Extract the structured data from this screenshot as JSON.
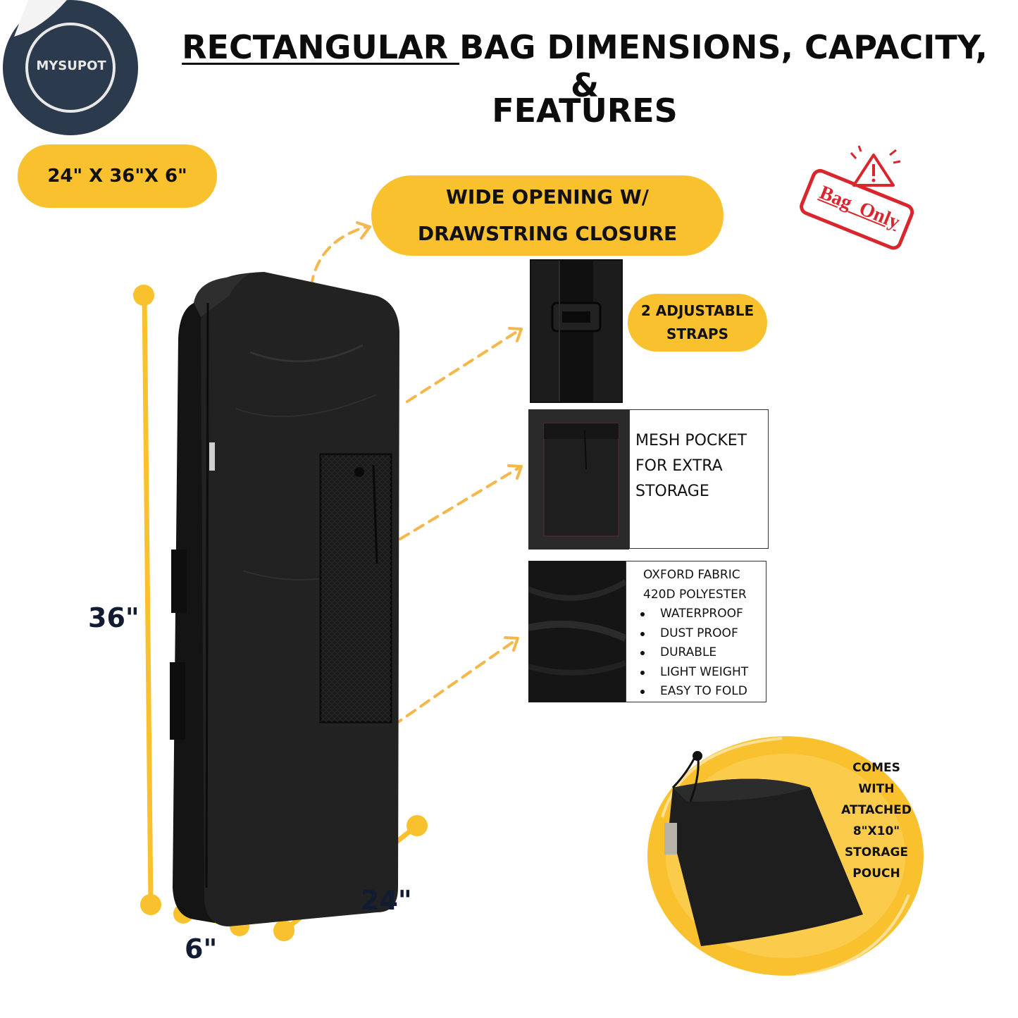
{
  "brand": {
    "logo_text": "MYSUPOT"
  },
  "header": {
    "title_underlined": "RECTANGULAR ",
    "title_rest": "BAG DIMENSIONS, CAPACITY, &",
    "title_line2": "FEATURES"
  },
  "size_badge": "24\" X 36\"X 6\"",
  "stamp": {
    "text": "Bag_Only",
    "icon": "warning-icon",
    "color": "#d9262c"
  },
  "opening_callout": {
    "line1": "WIDE OPENING W/",
    "line2": "DRAWSTRING CLOSURE"
  },
  "straps_callout": {
    "line1": "2 ADJUSTABLE",
    "line2": "STRAPS"
  },
  "mesh_callout": {
    "line1": "MESH POCKET",
    "line2": "FOR EXTRA",
    "line3": "STORAGE"
  },
  "fabric_callout": {
    "line1": "OXFORD FABRIC",
    "line2": "420D POLYESTER",
    "features": [
      "WATERPROOF",
      "DUST PROOF",
      "DURABLE",
      "LIGHT WEIGHT",
      "EASY TO FOLD"
    ]
  },
  "dimensions": {
    "height": "36\"",
    "depth": "6\"",
    "width": "24\""
  },
  "pouch_callout": {
    "line1": "COMES WITH",
    "line2": "ATTACHED",
    "line3": "8\"X10\"",
    "line4": "STORAGE",
    "line5": "POUCH"
  },
  "colors": {
    "accent": "#f9c12e",
    "dark": "#1a1a1a",
    "logo": "#2c3a4d",
    "stamp": "#d9262c"
  }
}
